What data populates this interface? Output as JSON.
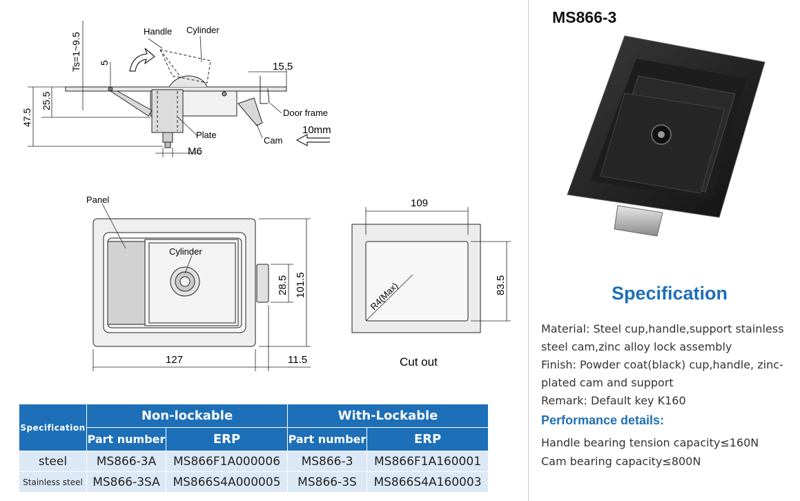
{
  "product": {
    "title": "MS866-3"
  },
  "drawing": {
    "side": {
      "labels": {
        "handle": "Handle",
        "cylinder": "Cylinder",
        "plate": "Plate",
        "door_frame": "Door frame",
        "cam": "Cam"
      },
      "dims": {
        "ts": "Ts=1~9.5",
        "d5": "5",
        "d15_5": "15.5",
        "d25_5": "25.5",
        "d47_5": "47.5",
        "m6": "M6",
        "d10mm": "10mm"
      }
    },
    "front": {
      "labels": {
        "panel": "Panel",
        "cylinder": "Cylinder"
      },
      "dims": {
        "d28_5": "28.5",
        "d101_5": "101.5",
        "d127": "127",
        "d11_5": "11.5"
      }
    },
    "cutout": {
      "caption": "Cut out",
      "dims": {
        "d109": "109",
        "d83_5": "83.5",
        "radius": "R4(Max)"
      }
    }
  },
  "table": {
    "spec_header": "Specification",
    "groups": [
      "Non-lockable",
      "With-Lockable"
    ],
    "subheaders": [
      "Part number",
      "ERP",
      "Part number",
      "ERP"
    ],
    "rows": [
      {
        "material": "steel",
        "cells": [
          "MS866-3A",
          "MS866F1A000006",
          "MS866-3",
          "MS866F1A160001"
        ]
      },
      {
        "material": "Stainless steel",
        "cells": [
          "MS866-3SA",
          "MS866S4A000005",
          "MS866-3S",
          "MS866S4A160003"
        ]
      }
    ]
  },
  "specification": {
    "heading": "Specification",
    "lines": [
      "Material: Steel cup,handle,support stainless",
      "steel cam,zinc alloy lock assembly",
      "Finish: Powder coat(black) cup,handle, zinc-",
      "plated cam and support",
      "Remark: Default key K160"
    ]
  },
  "performance": {
    "heading": "Performance details:",
    "lines": [
      "Handle bearing tension capacity≤160N",
      "Cam bearing capacity≤800N"
    ]
  },
  "colors": {
    "accent_blue": "#1f6fb5",
    "table_header": "#1d6fb8",
    "table_row": "#dbe8f6"
  }
}
